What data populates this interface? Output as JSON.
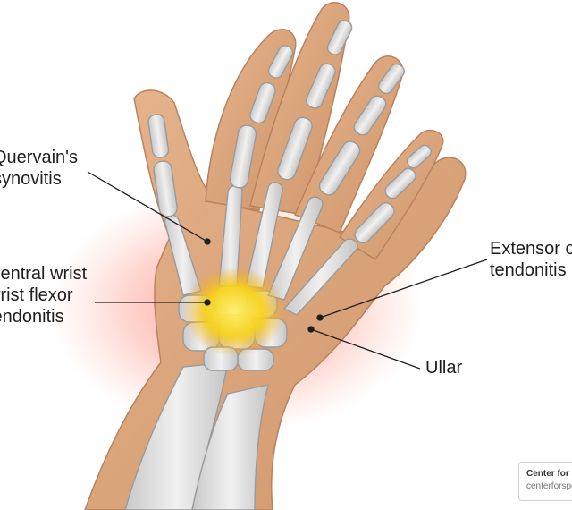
{
  "labels": {
    "de_quervain": [
      "Quervain's",
      "synovitis"
    ],
    "central_wrist": [
      "Central wrist",
      "wrist flexor",
      "tendonitis"
    ],
    "extensor": [
      "Extensor c",
      "tendonitis"
    ],
    "ulnar": "Ullar"
  },
  "watermark": {
    "line1": "Center for S",
    "line2": "centerforspe"
  },
  "colors": {
    "skin": "#d9a47c",
    "bone": "#dcdcdc",
    "inflammation": "#f5d21c",
    "glow": "#e8463a"
  }
}
